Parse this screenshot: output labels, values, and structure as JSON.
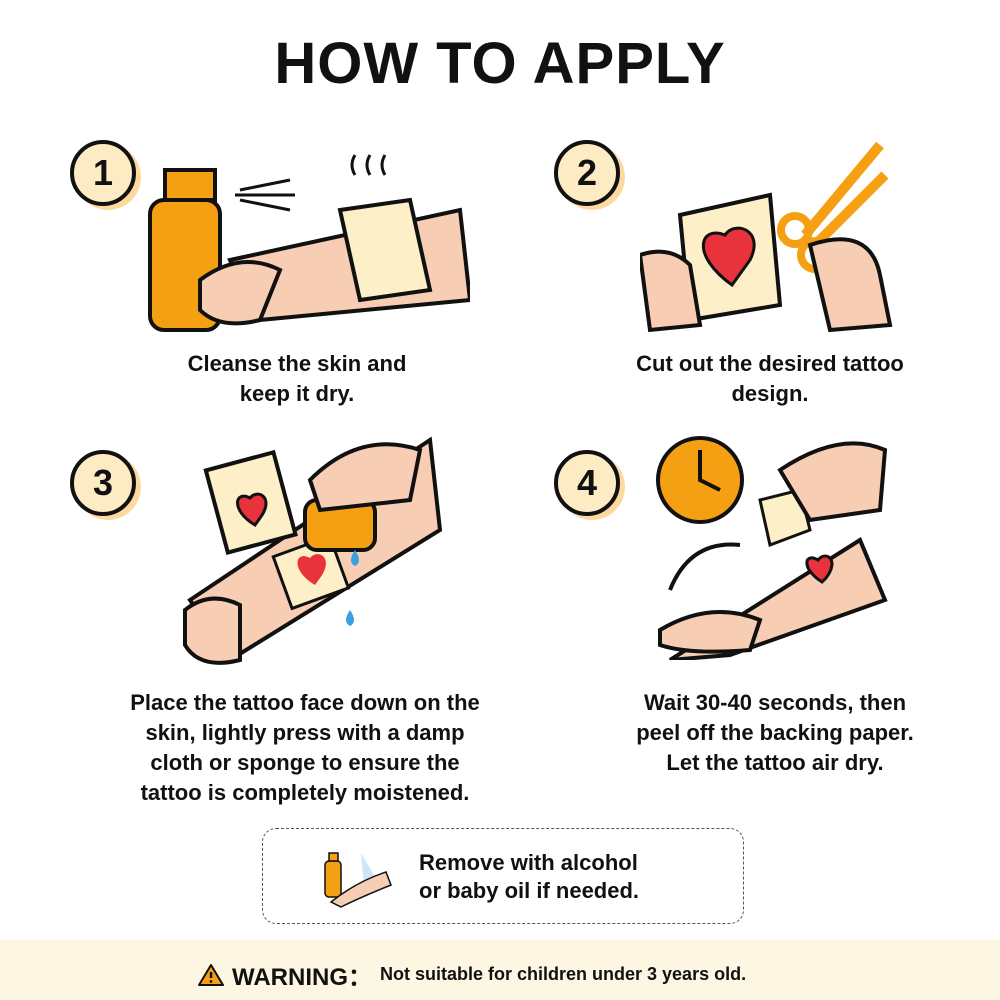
{
  "title": "HOW TO APPLY",
  "steps": [
    {
      "number": "1",
      "lines": [
        "Cleanse the skin and",
        "keep it dry."
      ]
    },
    {
      "number": "2",
      "lines": [
        "Cut out  the desired tattoo",
        "design."
      ]
    },
    {
      "number": "3",
      "lines": [
        "Place the tattoo face down on the",
        "skin, lightly press with a damp",
        "cloth or sponge to ensure the",
        "tattoo is completely moistened."
      ]
    },
    {
      "number": "4",
      "lines": [
        "Wait 30-40 seconds, then",
        "peel off the backing paper.",
        "Let the tattoo air dry."
      ]
    }
  ],
  "note": {
    "lines": [
      "Remove with alcohol",
      "or baby oil if needed."
    ]
  },
  "warning": {
    "label": "WARNING：",
    "text": "Not suitable for children under 3 years old.",
    "icon": "warning-triangle-icon"
  },
  "colors": {
    "orange": "#f5a012",
    "skin": "#f7cdb4",
    "cream": "#fdebc4",
    "heart": "#e8333c",
    "band": "#fdf6e3"
  }
}
